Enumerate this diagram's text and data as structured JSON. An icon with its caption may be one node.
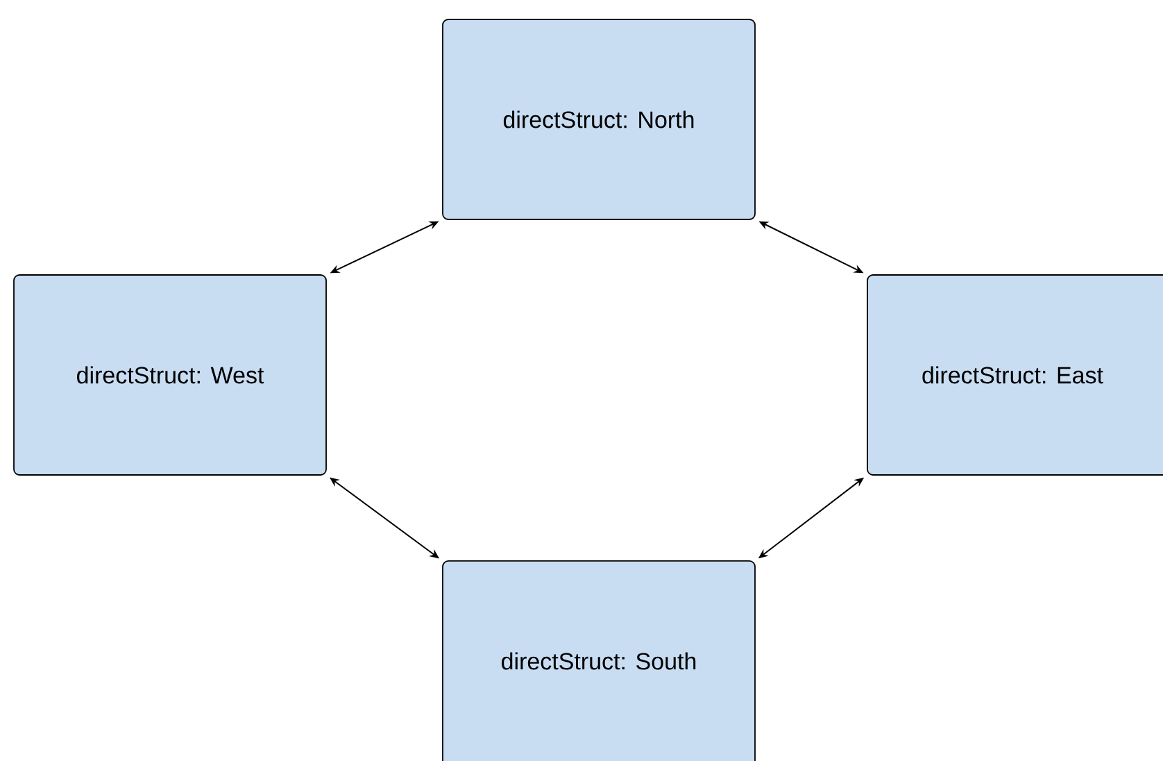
{
  "diagram": {
    "nodes": [
      {
        "text": [
          "directStruct: North"
        ]
      },
      {
        "text": [
          "directStruct: West"
        ]
      },
      {
        "text": [
          "directStruct: East"
        ]
      },
      {
        "text": [
          "directStruct: South"
        ]
      }
    ],
    "edges": [
      {
        "from": 0,
        "to": 1,
        "arrow": "both"
      },
      {
        "from": 0,
        "to": 2,
        "arrow": "both"
      },
      {
        "from": 1,
        "to": 3,
        "arrow": "both"
      },
      {
        "from": 2,
        "to": 3,
        "arrow": "both"
      }
    ]
  }
}
